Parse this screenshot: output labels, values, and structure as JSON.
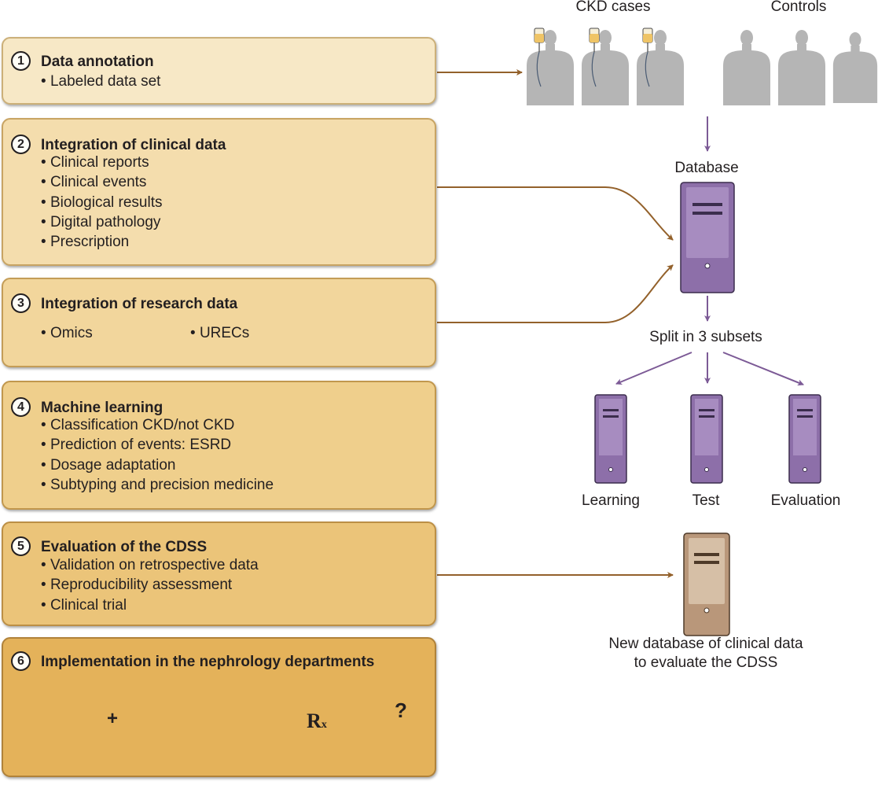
{
  "panels": [
    {
      "number": "1",
      "title": "Data annotation",
      "items": [
        "Labeled data set"
      ]
    },
    {
      "number": "2",
      "title": "Integration of clinical data",
      "items": [
        "Clinical reports",
        "Clinical events",
        "Biological results",
        "Digital pathology",
        "Prescription"
      ]
    },
    {
      "number": "3",
      "title": "Integration of research data",
      "items": [
        "Omics",
        "URECs"
      ]
    },
    {
      "number": "4",
      "title": "Machine learning",
      "items": [
        "Classification CKD/not CKD",
        "Prediction of events: ESRD",
        "Dosage adaptation",
        "Subtyping and precision medicine"
      ]
    },
    {
      "number": "5",
      "title": "Evaluation of the CDSS",
      "items": [
        "Validation on retrospective data",
        "Reproducibility assessment",
        "Clinical trial"
      ]
    },
    {
      "number": "6",
      "title": "Implementation in the nephrology departments",
      "plus": "+"
    }
  ],
  "right": {
    "ckd_cases": "CKD cases",
    "controls": "Controls",
    "database": "Database",
    "split": "Split in 3 subsets",
    "subsets": [
      "Learning",
      "Test",
      "Evaluation"
    ],
    "new_db_line1": "New database of clinical data",
    "new_db_line2": "to evaluate the CDSS"
  },
  "icons": {
    "rx_main": "R",
    "rx_sub": "x",
    "question": "?"
  },
  "colors": {
    "brown_arrow": "#93612b",
    "purple_arrow": "#7c5a96",
    "server_purple": "#8d6fa9",
    "server_brown": "#b9977a",
    "silhouette": "#b5b5b5"
  }
}
